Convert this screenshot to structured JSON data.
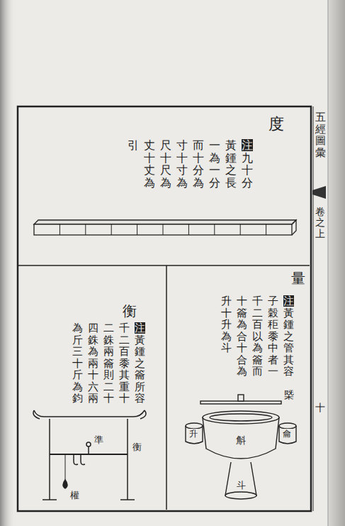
{
  "diagram": {
    "nodes": [
      {
        "text": [
          "度",
          "注九十分黃鍾之長一為一分而十分為寸十寸為尺十尺為丈十丈為引"
        ]
      },
      {
        "text": [
          "量",
          "注黃鍾之管其容子穀秬黍中者一千二百以為籥而十籥為合十合為升十升為斗"
        ]
      },
      {
        "text": [
          "衡",
          "注黃鍾之籥所容千二百黍其重十二銖兩籥則二十四銖為兩十六兩為斤三十斤為鈞"
        ]
      }
    ],
    "labels": [
      "五經圖彙",
      "卷之上",
      "十",
      "槩",
      "升",
      "龠",
      "斛",
      "斗",
      "準",
      "衡",
      "權"
    ]
  }
}
